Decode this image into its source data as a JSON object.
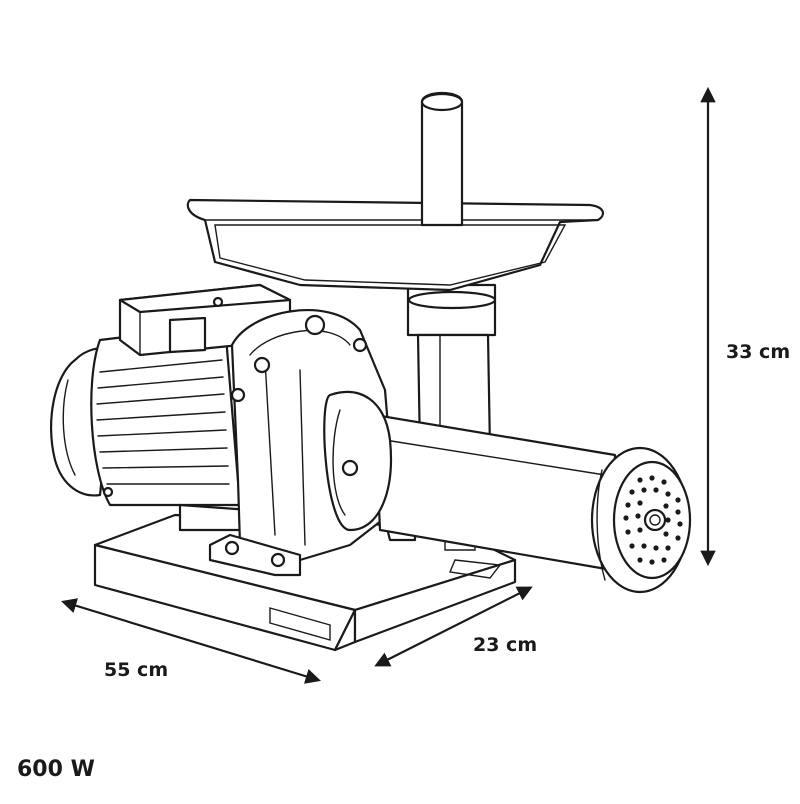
{
  "dimensions": {
    "height": "33 cm",
    "length": "55 cm",
    "depth": "23 cm"
  },
  "power": "600 W",
  "icons": [
    "meat-grinder-drawing",
    "dimension-arrow"
  ]
}
